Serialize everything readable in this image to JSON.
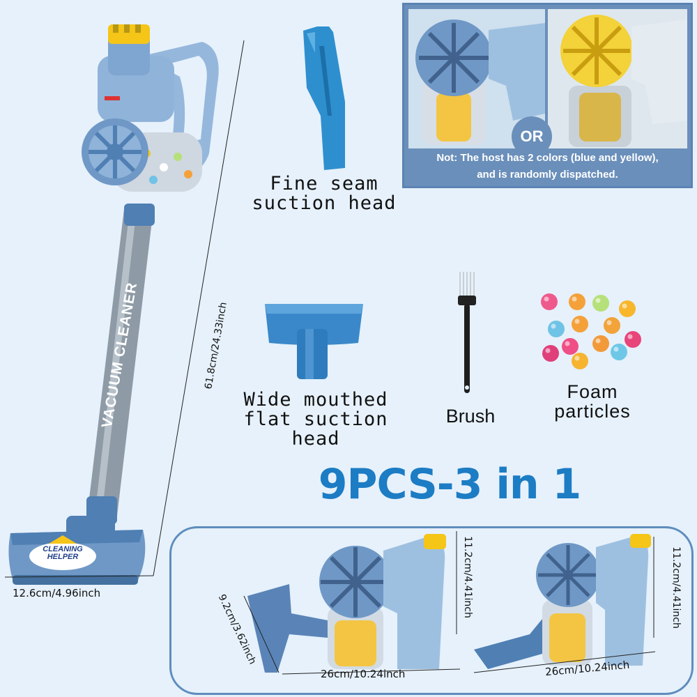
{
  "note": {
    "badge": "OR",
    "line1": "Not: The host has 2 colors (blue and yellow),",
    "line2": "and is randomly dispatched."
  },
  "labels": {
    "fine_seam_line1": "Fine seam",
    "fine_seam_line2": "suction head",
    "wide_line1": "Wide mouthed",
    "wide_line2": "flat suction head",
    "brush": "Brush",
    "foam_line1": "Foam",
    "foam_line2": "particles"
  },
  "headline": "9PCS-3 in 1",
  "toy": {
    "handle_text": "VACUUM CLEANER",
    "head_badge_line1": "CLEANING",
    "head_badge_line2": "HELPER"
  },
  "dimensions": {
    "height": "61.8cm/24.33inch",
    "head_width": "12.6cm/4.96inch",
    "left_height": "11.2cm/4.41inch",
    "left_nozzle": "9.2cm/3.62inch",
    "left_length": "26cm/10.24inch",
    "right_height": "11.2cm/4.41inch",
    "right_length": "26cm/10.24inch"
  },
  "colors": {
    "background": "#e6f1fb",
    "toy_blue": "#8fb3d9",
    "toy_dark_blue": "#4f7fb3",
    "accent_yellow": "#f5c518",
    "headline_blue": "#1c7cc4"
  },
  "foam_balls": [
    "#ef5a8c",
    "#f5a13a",
    "#b6e07a",
    "#f7b62c",
    "#6fc3e6",
    "#f5a13a",
    "#f2a33a",
    "#e8457a",
    "#e0407a",
    "#ef4f86",
    "#f29a3a",
    "#6fc7e8",
    "#f6b431"
  ]
}
